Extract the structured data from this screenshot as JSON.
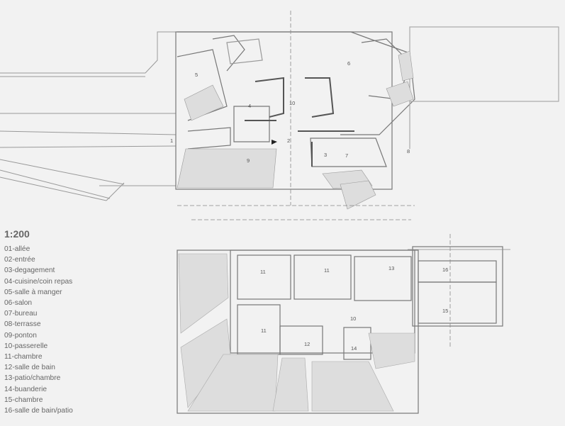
{
  "scale": "1:200",
  "legend": [
    "01-allée",
    "02-entrée",
    "03-degagement",
    "04-cuisine/coin repas",
    "05-salle à manger",
    "06-salon",
    "07-bureau",
    "08-terrasse",
    "09-ponton",
    "10-passerelle",
    "11-chambre",
    "12-salle de bain",
    "13-patio/chambre",
    "14-buanderie",
    "15-chambre",
    "16-salle de bain/patio"
  ],
  "room_numbers": {
    "r1": "1",
    "r2": "2",
    "r3": "3",
    "r4": "4",
    "r5": "5",
    "r6": "6",
    "r7": "7",
    "r8": "8",
    "r9": "9",
    "r10": "10",
    "r10b": "10",
    "r11a": "11",
    "r11b": "11",
    "r11c": "11",
    "r12": "12",
    "r13": "13",
    "r14": "14",
    "r15": "15",
    "r16": "16"
  }
}
